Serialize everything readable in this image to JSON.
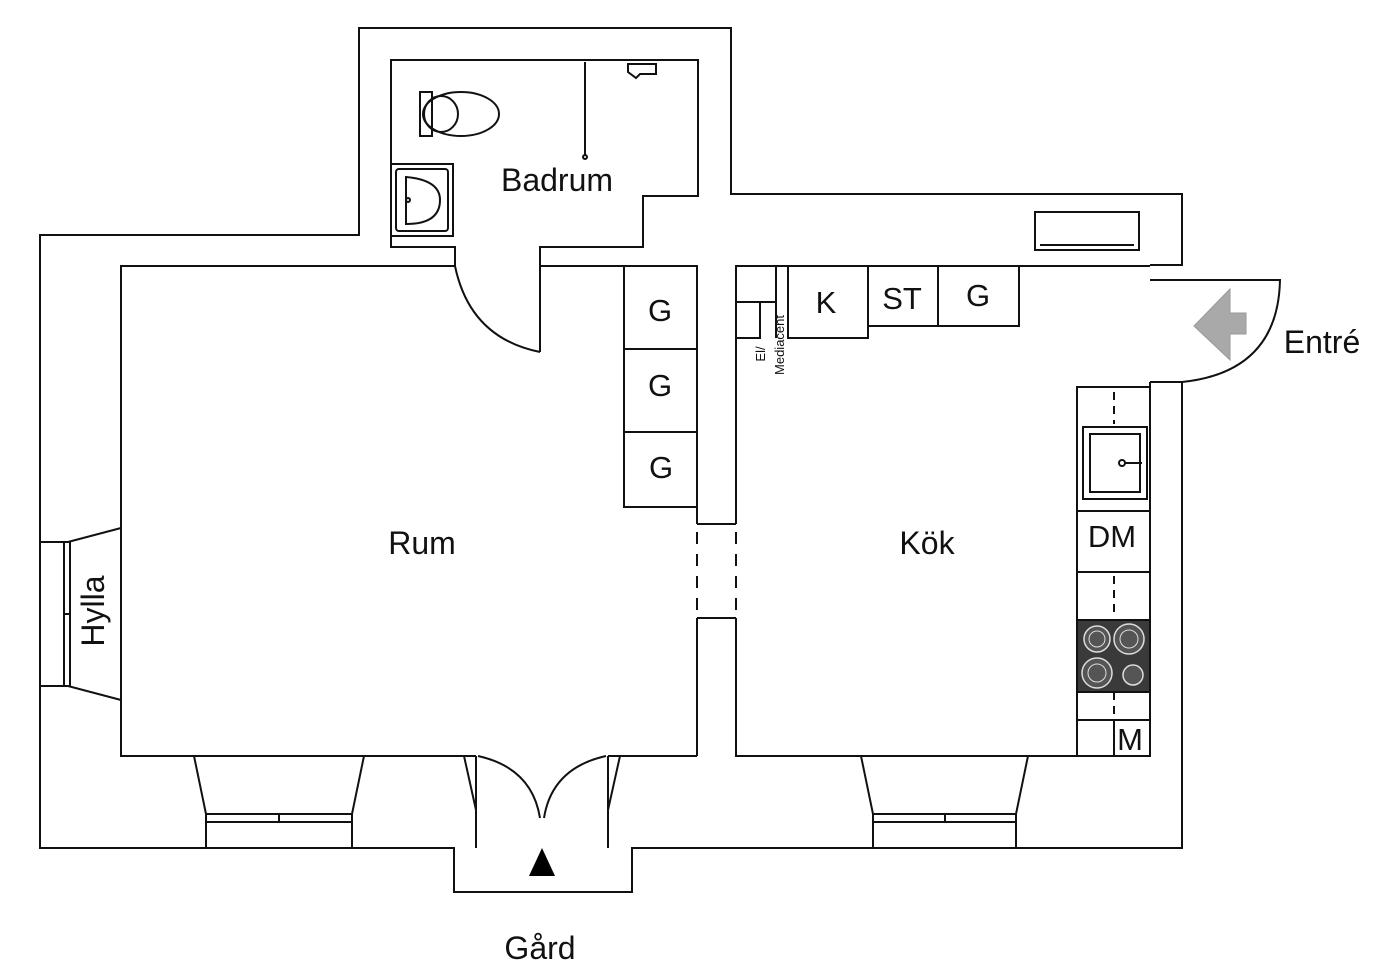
{
  "rooms": {
    "badrum": "Badrum",
    "rum": "Rum",
    "kok": "Kök"
  },
  "labels": {
    "entre": "Entré",
    "gard": "Gård",
    "hylla": "Hylla",
    "el_line1": "El/",
    "el_line2": "Mediacent"
  },
  "wardrobes": {
    "g1": "G",
    "g2": "G",
    "g3": "G"
  },
  "kitchen_units": {
    "k": "K",
    "st": "ST",
    "g": "G",
    "dm": "DM",
    "m": "M"
  },
  "colors": {
    "wall": "#111111",
    "arrow_entre": "#a9a9a9",
    "arrow_gard": "#000000",
    "stove": "#3a3a3a"
  }
}
